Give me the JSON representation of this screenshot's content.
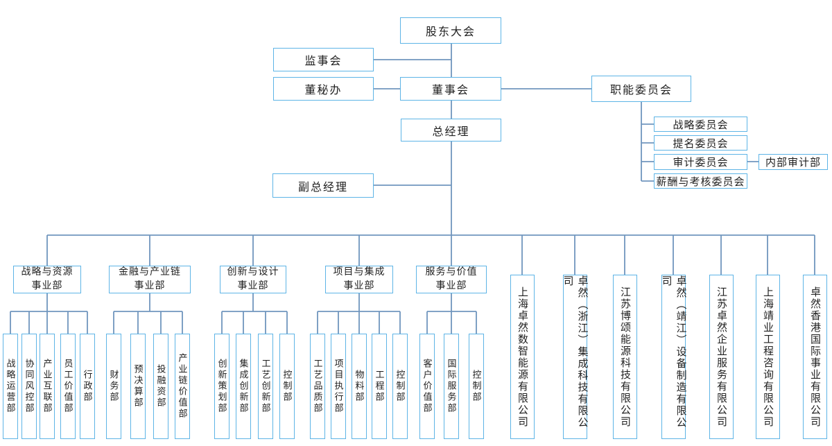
{
  "colors": {
    "connector_line": "#7096be",
    "box_border": "#5db4e6",
    "text": "#1f1f1f"
  },
  "governance": {
    "shareholders_meeting": "股东大会",
    "supervisory_board": "监事会",
    "board_secretary_office": "董秘办",
    "board_of_directors": "董事会",
    "general_manager": "总经理",
    "deputy_general_manager": "副总经理",
    "functional_committees": "职能委员会",
    "committees": [
      "战略委员会",
      "提名委员会",
      "审计委员会",
      "薪酬与考核委员会"
    ],
    "internal_audit_dept": "内部审计部"
  },
  "divisions": [
    {
      "label": "战略与资源\n事业部",
      "departments": [
        "战略运营部",
        "协同风控部",
        "产业互联部",
        "员工价值部",
        "行政部"
      ]
    },
    {
      "label": "金融与产业链\n事业部",
      "departments": [
        "财务部",
        "预决算部",
        "投融资部",
        "产业链价值部"
      ]
    },
    {
      "label": "创新与设计\n事业部",
      "departments": [
        "创新策划部",
        "集成创新部",
        "工艺创新部",
        "控制部"
      ]
    },
    {
      "label": "项目与集成\n事业部",
      "departments": [
        "工艺品质部",
        "项目执行部",
        "物料部",
        "工程部",
        "控制部"
      ]
    },
    {
      "label": "服务与价值\n事业部",
      "departments": [
        "客户价值部",
        "国际服务部",
        "控制部"
      ]
    }
  ],
  "companies": [
    "上海卓然数智能源有限公司",
    "卓然（浙江）集成科技有限公司",
    "江苏博颂能源科技有限公司",
    "卓然（靖江）设备制造有限公司",
    "江苏卓然企业服务有限公司",
    "上海靖业工程咨询有限公司",
    "卓然香港国际事业有限公司"
  ]
}
